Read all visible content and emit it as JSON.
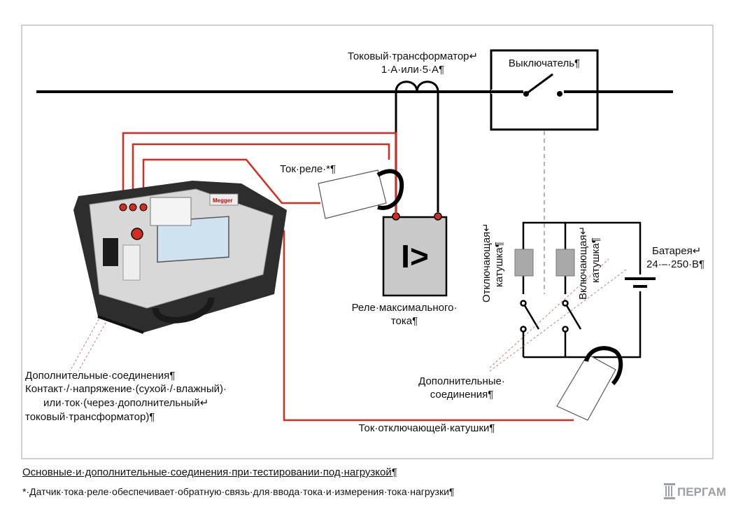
{
  "labels": {
    "ct_line1": "Токовый·трансформатор↵",
    "ct_line2": "1·A·или·5·A¶",
    "breaker": "Выключатель¶",
    "relay_current": "Ток·реле·*¶",
    "relay_line1": "Реле·максимального·",
    "relay_line2": "тока¶",
    "relay_symbol": "I>",
    "trip_coil_1": "Отключающая↵",
    "trip_coil_2": "катушка¶",
    "close_coil_1": "Включающая↵",
    "close_coil_2": "катушка¶",
    "battery_1": "Батарея↵",
    "battery_2": "24·–·250·В¶",
    "extra_conn_1": "Дополнительные·",
    "extra_conn_2": "соединения¶",
    "left_note_1": "Дополнительные·соединения¶",
    "left_note_2": "Контакт·/·напряжение·(сухой·/·влажный)·",
    "left_note_3": "или·ток·(через·дополнительный↵",
    "left_note_4": "токовый·трансформатор)¶",
    "trip_current": "Ток·отключающей·катушки¶",
    "device_brand": "Megger"
  },
  "caption": {
    "title": "Основные·и·дополнительные·соединения·при·тестировании·под·нагрузкой¶",
    "note": "*·Датчик·тока·реле·обеспечивает·обратную·связь·для·ввода·тока·и·измерения·тока·нагрузки¶"
  },
  "logo_text": "ПЕРГАМ",
  "colors": {
    "wire_red": "#d62b1f",
    "wire_black": "#000000",
    "relay_fill": "#c9c9c9",
    "coil_fill": "#a9a9a9",
    "border": "#b0b0b0"
  }
}
